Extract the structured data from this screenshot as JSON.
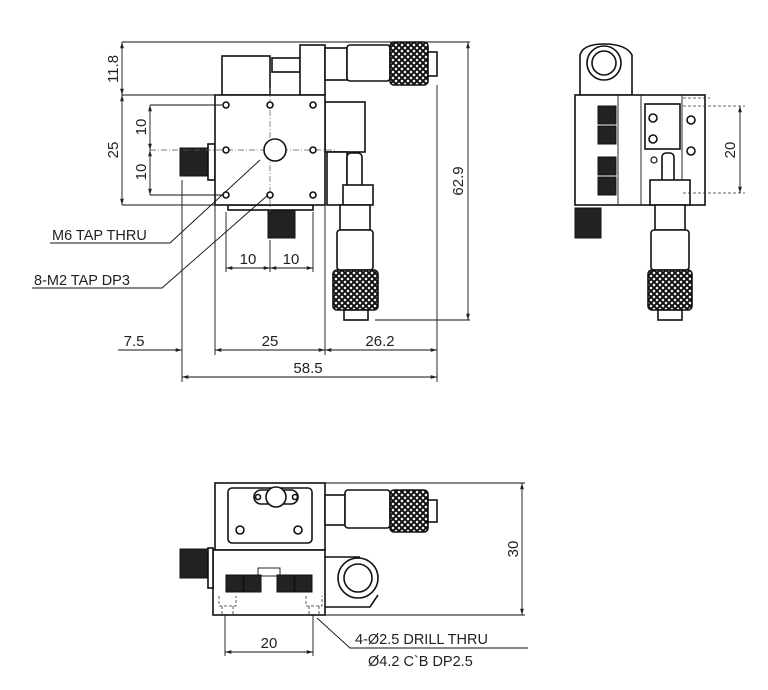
{
  "title": "XY micrometer stage outline drawing",
  "top_view": {
    "dims": {
      "top_offset": "11.8",
      "plate_height": "25",
      "hole_pitch_upper": "10",
      "hole_pitch_lower": "10",
      "overall_height": "62.9",
      "hole_pitch_x_left": "10",
      "hole_pitch_x_right": "10",
      "left_offset": "7.5",
      "plate_width": "25",
      "right_offset": "26.2",
      "overall_width": "58.5"
    },
    "callouts": {
      "center_hole": "M6 TAP THRU",
      "mount_holes": "8-M2 TAP DP3"
    }
  },
  "side_view": {
    "dims": {
      "hole_pitch": "20"
    }
  },
  "front_view": {
    "dims": {
      "height": "30",
      "hole_pitch": "20"
    },
    "callouts": {
      "drill_line1": "4-Ø2.5 DRILL THRU",
      "drill_line2": "Ø4.2 C`B DP2.5"
    }
  }
}
